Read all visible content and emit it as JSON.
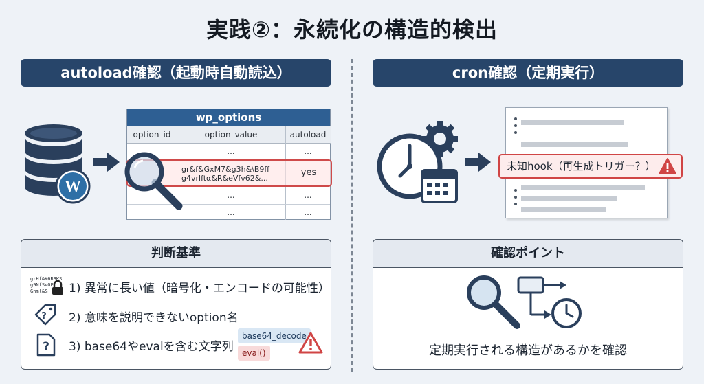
{
  "title": "実践②：永続化の構造的検出",
  "left": {
    "header": "autoload確認（起動時自動読込）",
    "table": {
      "name": "wp_options",
      "columns": [
        "option_id",
        "option_value",
        "autoload"
      ],
      "row1": [
        "...",
        "...",
        "..."
      ],
      "highlight": {
        "value_line1": "gr&f&GxM7&g3h&\\B9ff",
        "value_line2": "g4vrlftα&R&eVfv62&...",
        "autoload": "yes"
      },
      "row3": [
        "...",
        "...",
        "..."
      ],
      "row4": [
        "...",
        "...",
        "..."
      ]
    },
    "panel": {
      "title": "判断基準",
      "obfuscated_sample": [
        "grHf&K6R3KS",
        "g9NfSv0F",
        "Gnml&&"
      ],
      "items": [
        "1) 異常に長い値（暗号化・エンコードの可能性）",
        "2) 意味を説明できないoption名",
        "3) base64やevalを含む文字列"
      ],
      "tags": [
        "base64_decode",
        "eval()"
      ]
    }
  },
  "right": {
    "header": "cron確認（定期実行）",
    "alert": "未知hook（再生成トリガー？）",
    "panel": {
      "title": "確認ポイント",
      "caption": "定期実行される構造があるかを確認"
    }
  },
  "colors": {
    "header_bg": "#27456a",
    "table_title_bg": "#2e5f93",
    "alert_red": "#d04545",
    "background": "#eef2f7"
  }
}
